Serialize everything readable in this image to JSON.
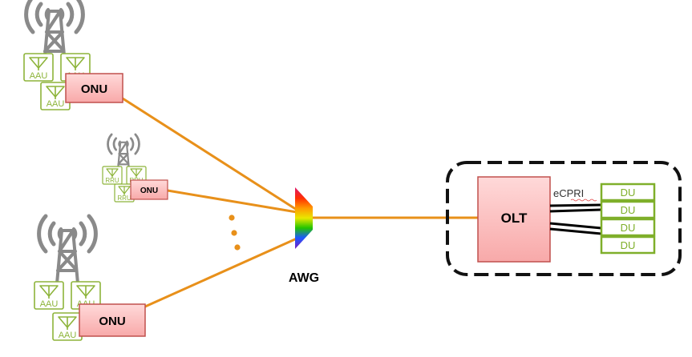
{
  "labels": {
    "onu": "ONU",
    "aau": "AAU",
    "rru": "RRU",
    "awg": "AWG",
    "olt": "OLT",
    "ecpri": "eCPRI",
    "du": "DU"
  },
  "colors": {
    "fiber": "#E8901A",
    "antenna_green": "#8DB43A",
    "tower_gray": "#8A8A8A",
    "onu_fill": "#FBC4C4",
    "onu_stroke": "#C0504D",
    "du_stroke": "#7FAF2A",
    "dashed_box": "#111111"
  },
  "icons": {
    "tower": "cell-tower-icon",
    "aau": "aau-antenna-icon",
    "awg": "awg-rainbow-prism-icon"
  }
}
